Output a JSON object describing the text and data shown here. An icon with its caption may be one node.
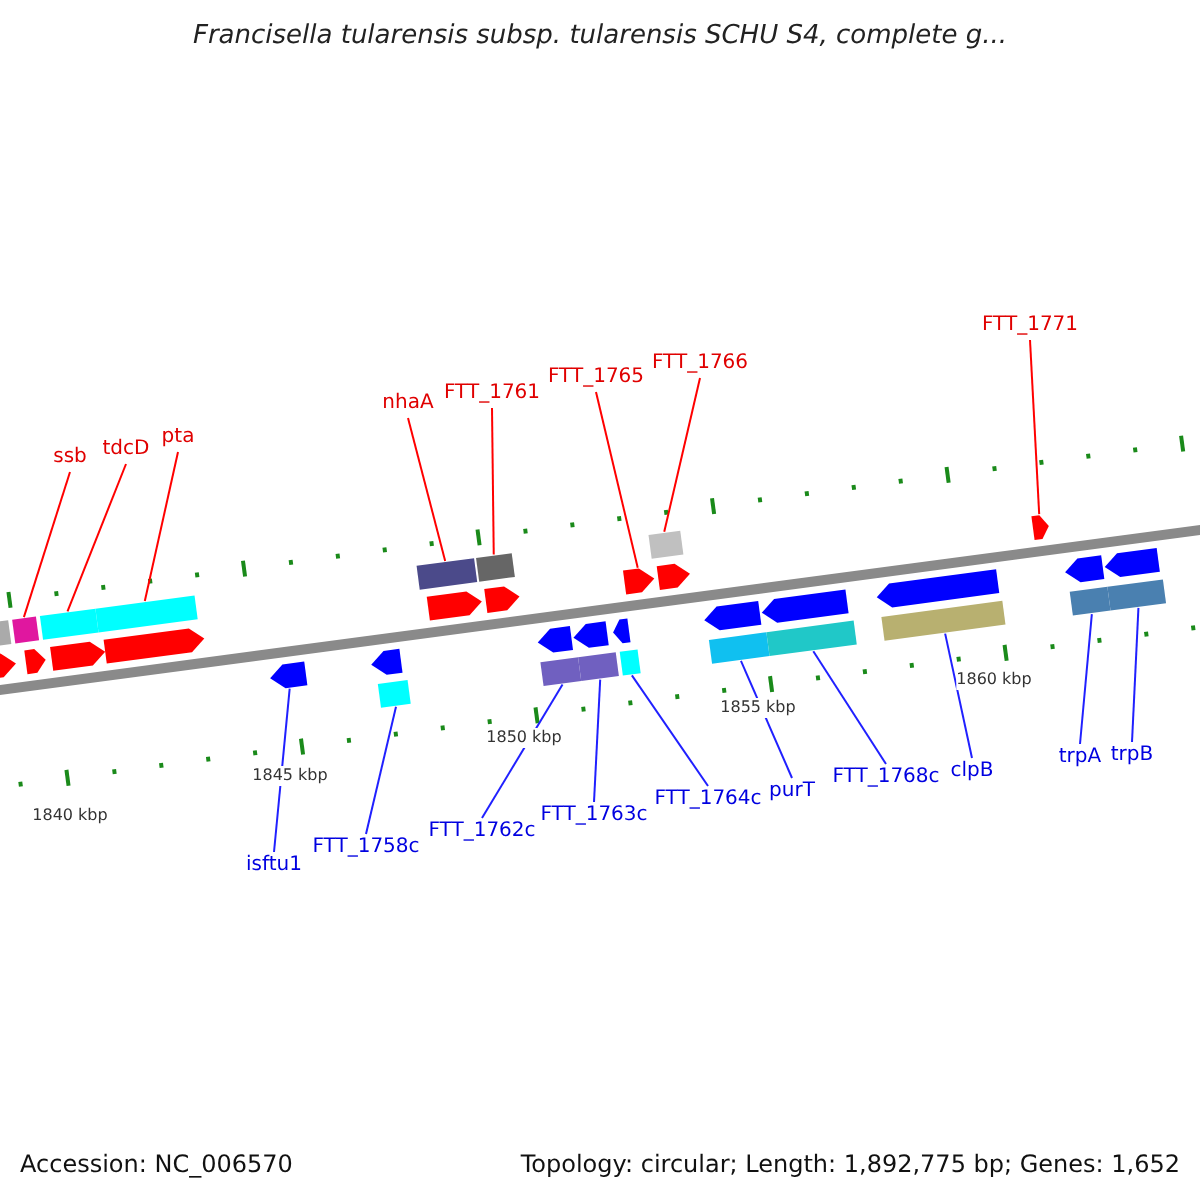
{
  "diagram": {
    "title": "Francisella tularensis subsp. tularensis SCHU S4, complete g...",
    "nodes": [
      {
        "text": [
          "ssb"
        ]
      },
      {
        "text": [
          "tdcD"
        ]
      },
      {
        "text": [
          "pta"
        ]
      },
      {
        "text": [
          "nhaA"
        ]
      },
      {
        "text": [
          "FTT_1761"
        ]
      },
      {
        "text": [
          "FTT_1765"
        ]
      },
      {
        "text": [
          "FTT_1766"
        ]
      },
      {
        "text": [
          "FTT_1771"
        ]
      },
      {
        "text": [
          "isftu1"
        ]
      },
      {
        "text": [
          "FTT_1758c"
        ]
      },
      {
        "text": [
          "FTT_1762c"
        ]
      },
      {
        "text": [
          "FTT_1763c"
        ]
      },
      {
        "text": [
          "FTT_1764c"
        ]
      },
      {
        "text": [
          "purT"
        ]
      },
      {
        "text": [
          "FTT_1768c"
        ]
      },
      {
        "text": [
          "clpB"
        ]
      },
      {
        "text": [
          "trpA"
        ]
      },
      {
        "text": [
          "trpB"
        ]
      },
      {
        "text": [],
        "shape": "box"
      },
      {
        "text": [],
        "shape": "box"
      },
      {
        "text": [],
        "shape": "box"
      },
      {
        "text": [],
        "shape": "box"
      },
      {
        "text": [],
        "shape": "box"
      },
      {
        "text": [],
        "shape": "pentagon"
      },
      {
        "text": [],
        "shape": "box"
      },
      {
        "text": [],
        "shape": "pentagon"
      },
      {
        "text": [],
        "shape": "pentagon"
      },
      {
        "text": [],
        "shape": "box"
      },
      {
        "text": [],
        "shape": "box"
      },
      {
        "text": [],
        "shape": "box"
      },
      {
        "text": [],
        "shape": "box"
      },
      {
        "text": [],
        "shape": "box"
      },
      {
        "text": [],
        "shape": "box"
      },
      {
        "text": [],
        "shape": "box"
      },
      {
        "text": [],
        "shape": "box"
      },
      {
        "text": [],
        "shape": "box"
      }
    ],
    "edges": [
      {
        "from": 0,
        "to": 18,
        "arrow": "none",
        "color": "#ff0000"
      },
      {
        "from": 1,
        "to": 19,
        "arrow": "none",
        "color": "#ff0000"
      },
      {
        "from": 2,
        "to": 20,
        "arrow": "none",
        "color": "#ff0000"
      },
      {
        "from": 3,
        "to": 21,
        "arrow": "none",
        "color": "#ff0000"
      },
      {
        "from": 4,
        "to": 22,
        "arrow": "none",
        "color": "#ff0000"
      },
      {
        "from": 5,
        "to": 23,
        "arrow": "none",
        "color": "#ff0000"
      },
      {
        "from": 6,
        "to": 24,
        "arrow": "none",
        "color": "#ff0000"
      },
      {
        "from": 7,
        "to": 25,
        "arrow": "none",
        "color": "#ff0000"
      },
      {
        "from": 8,
        "to": 26,
        "arrow": "none"
      },
      {
        "from": 9,
        "to": 27,
        "arrow": "none"
      },
      {
        "from": 10,
        "to": 28,
        "arrow": "none"
      },
      {
        "from": 11,
        "to": 29,
        "arrow": "none"
      },
      {
        "from": 12,
        "to": 30,
        "arrow": "none"
      },
      {
        "from": 13,
        "to": 31,
        "arrow": "none"
      },
      {
        "from": 14,
        "to": 32,
        "arrow": "none"
      },
      {
        "from": 15,
        "to": 33,
        "arrow": "none"
      },
      {
        "from": 16,
        "to": 34,
        "arrow": "none"
      },
      {
        "from": 17,
        "to": 35,
        "arrow": "none"
      }
    ],
    "labels": [
      "1840 kbp",
      "1845 kbp",
      "1850 kbp",
      "1855 kbp",
      "1860 kbp",
      "Accession: NC_006570",
      "Topology: circular; Length: 1,892,775 bp; Genes: 1,652"
    ]
  }
}
